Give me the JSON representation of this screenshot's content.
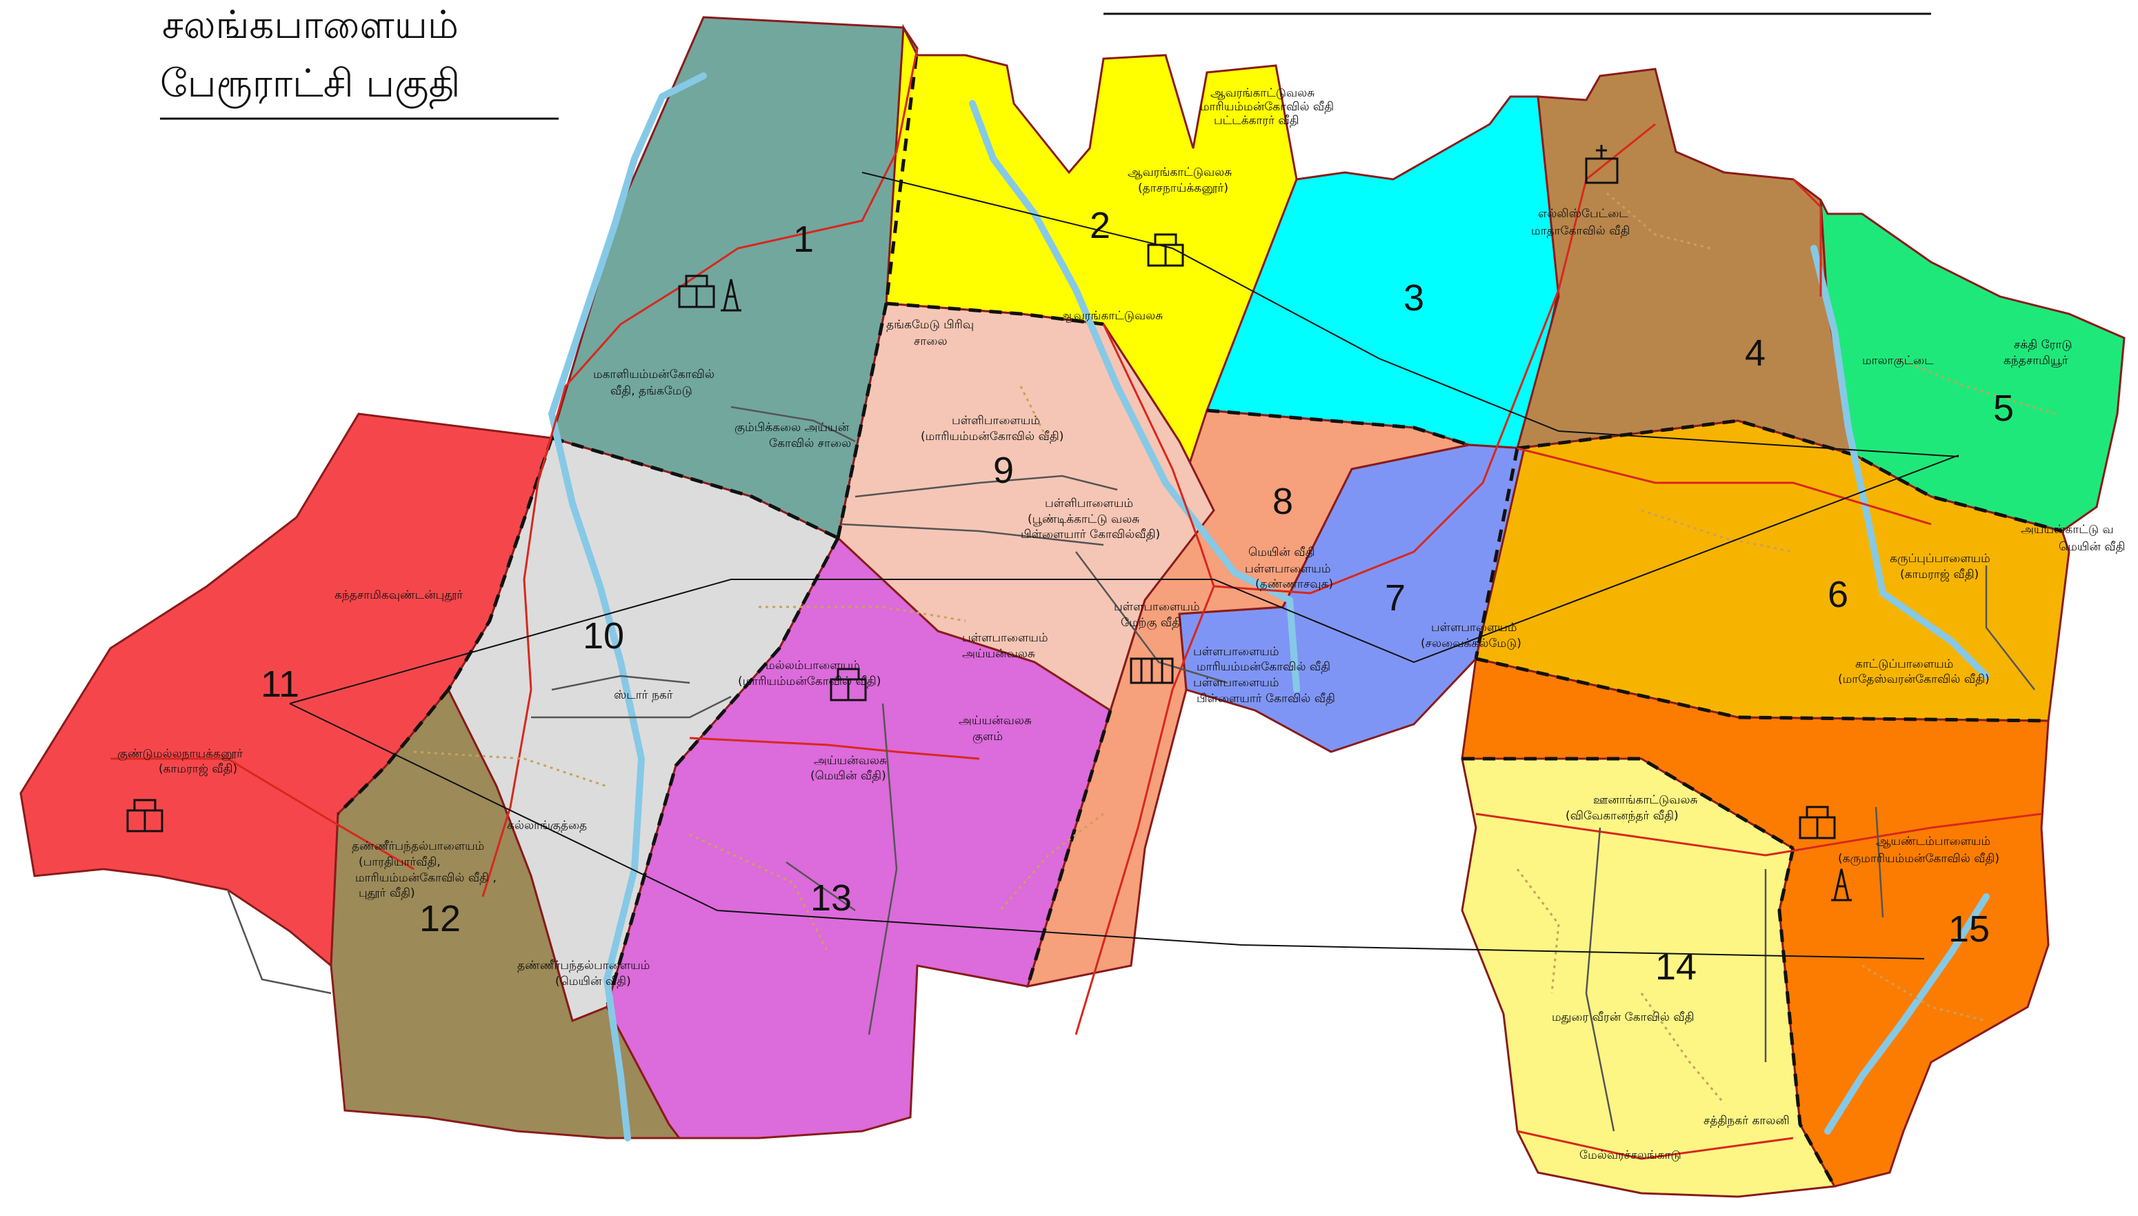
{
  "title": {
    "line1": "சலங்கபாளையம்",
    "line2": "பேரூராட்சி பகுதி"
  },
  "colors": {
    "ward1": "#72a79e",
    "ward2": "#ffff00",
    "ward3": "#00ffff",
    "ward4": "#b8864b",
    "ward5": "#1fe87a",
    "ward6": "#f6b400",
    "ward7": "#7f95f5",
    "ward8": "#f6a07c",
    "ward9": "#f5c6b5",
    "ward10": "#dcdcdc",
    "ward11": "#f5474b",
    "ward12": "#9c8a58",
    "ward13": "#dc6bdb",
    "ward14": "#fdf685",
    "ward15": "#fb7c00",
    "boundary": "#8a1b1b",
    "river": "#86c9e6",
    "road": "#d8281d"
  },
  "wards": [
    {
      "number": "1"
    },
    {
      "number": "2"
    },
    {
      "number": "3"
    },
    {
      "number": "4"
    },
    {
      "number": "5"
    },
    {
      "number": "6"
    },
    {
      "number": "7"
    },
    {
      "number": "8"
    },
    {
      "number": "9"
    },
    {
      "number": "10"
    },
    {
      "number": "11"
    },
    {
      "number": "12"
    },
    {
      "number": "13"
    },
    {
      "number": "14"
    },
    {
      "number": "15"
    }
  ],
  "places": {
    "p2a": "ஆவரங்காட்டுவலசு",
    "p2b": "மாரியம்மன்கோவில் வீதி",
    "p2c": "பட்டக்காரர் வீதி",
    "p2d": "ஆவரங்காட்டுவலசு",
    "p2e": "(தாசநாய்க்கனூர்)",
    "p2f": "ஆவரங்காட்டுவலசு",
    "p4a": "எல்லிஸ்பேட்டை",
    "p4b": "மாதாகோவில் வீதி",
    "p5a": "சக்தி ரோடு",
    "p5b": "கந்தசாமியூர்",
    "p5c": "மாலாகுட்டை",
    "p6a": "கருப்புப்பாளையம்",
    "p6b": "(காமராஜ் வீதி)",
    "p6c": "காட்டுப்பாளையம்",
    "p6d": "(மாதேஸ்வரன்கோவில் வீதி)",
    "p6e": "அய்யன்காட்டு வ",
    "p6f": "மெயின் வீதி",
    "p7a": "பள்ளபாளையம்",
    "p7b": "(சலவைக்கல்மேடு)",
    "p7c": "பள்ளபாளையம்",
    "p7d": "மாரியம்மன்கோவில் வீதி",
    "p7e": "பள்ளபாளையம்",
    "p7f": "பிள்ளையார் கோவில் வீதி",
    "p8a": "மெயின் வீதி",
    "p8b": "பள்ளபாளையம்",
    "p8c": "(தண்ணாசவுக)",
    "p9a": "தங்கமேடு பிரிவு",
    "p9b": "சாலை",
    "p9c": "பள்ளிபாளையம்",
    "p9d": "(மாரியம்மன்கோவில் வீதி)",
    "p9e": "பள்ளிபாளையம்",
    "p9f": "(பூண்டிக்காட்டு வலசு",
    "p9g": "பிள்ளையார் கோவில்வீதி)",
    "p9h": "பள்ளபாளையம்",
    "p9i": "மேற்கு வீதி",
    "p1a": "மகாளியம்மன்கோவில்",
    "p1b": "வீதி, தங்கமேடு",
    "p1c": "கும்பிக்கலை அய்யன்",
    "p1d": "கோவில் சாலை",
    "p10a": "ஸ்டார் நகர்",
    "p11a": "கந்தசாமிகவுண்டன்புதூர்",
    "p11b": "குண்டுமல்லநாயக்கனூர்",
    "p11c": "(காமராஜ் வீதி)",
    "p12a": "தண்ணீர்பந்தல்பாளையம்",
    "p12b": "(பாரதியார்வீதி,",
    "p12c": "மாரியம்மன்கோவில் வீதி ,",
    "p12d": "புதூர் வீதி)",
    "p12e": "கல்லாங்குத்தை",
    "p12f": "தண்ணீர்பந்தல்பாளையம்",
    "p12g": "(மெயின் வீதி)",
    "p13a": "மல்லம்பாளையம்",
    "p13b": "(மாரியம்மன்கோவில் வீதி)",
    "p13c": "பள்ளபாளையம்",
    "p13d": "அய்யன்வலசு",
    "p13e": "அய்யன்வலசு",
    "p13f": "குளம்",
    "p13g": "அய்யன்வலசு",
    "p13h": "(மெயின் வீதி)",
    "p14a": "ஊனாங்காட்டுவலசு",
    "p14b": "(விவேகானந்தர் வீதி)",
    "p14c": "மதுரை வீரன் கோவில் வீதி",
    "p14d": "சத்திநகர் காலனி",
    "p14e": "மேல்வரச்சலங்காடு",
    "p15a": "ஆயண்டம்பாளையம்",
    "p15b": "(கருமாரியம்மன்கோவில் வீதி)"
  }
}
